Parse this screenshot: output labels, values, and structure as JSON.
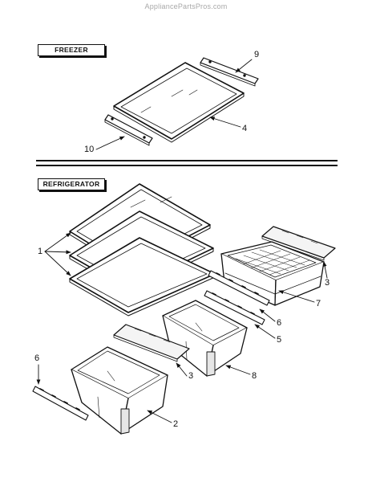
{
  "watermark": "AppliancePartsPros.com",
  "sections": {
    "freezer": "FREEZER",
    "refrigerator": "REFRIGERATOR"
  },
  "callouts": {
    "c9": "9",
    "c4": "4",
    "c10": "10",
    "c1": "1",
    "c3a": "3",
    "c7": "7",
    "c6a": "6",
    "c5": "5",
    "c3b": "3",
    "c8": "8",
    "c6b": "6",
    "c2": "2"
  }
}
